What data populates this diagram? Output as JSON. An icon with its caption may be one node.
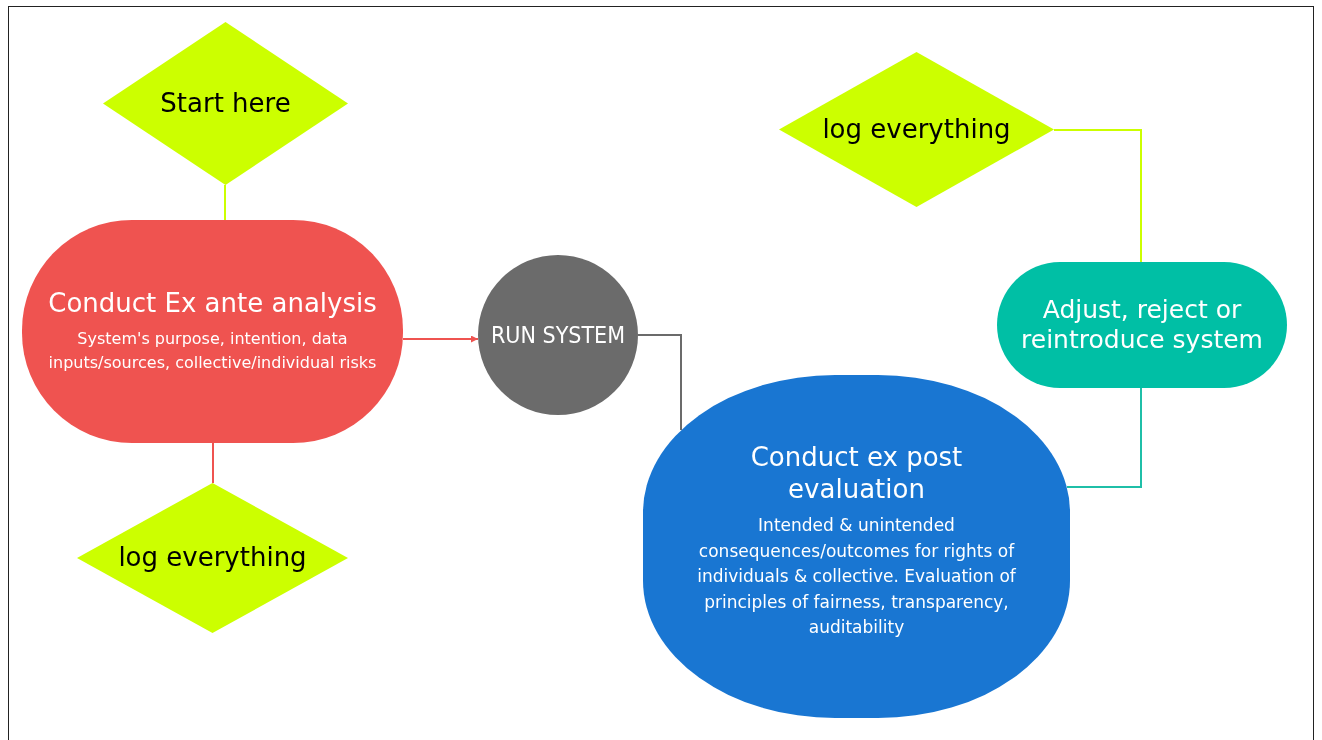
{
  "diagram": {
    "nodes": [
      {
        "text": [
          "Start here"
        ]
      },
      {
        "text": [
          "Conduct Ex ante analysis",
          "System's purpose, intention, data inputs/sources, collective/individual risks"
        ]
      },
      {
        "text": [
          "log everything"
        ]
      },
      {
        "text": [
          "RUN SYSTEM"
        ]
      },
      {
        "text": [
          "Conduct ex post evaluation",
          "Intended & unintended consequences/outcomes for rights of individuals & collective. Evaluation of principles of  fairness, transparency, auditability"
        ]
      },
      {
        "text": [
          "Adjust, reject or reintroduce system"
        ]
      },
      {
        "text": [
          "log everything"
        ]
      }
    ],
    "edges": [
      {
        "from": 0,
        "to": 1,
        "arrow": "none",
        "color": "#ccff00"
      },
      {
        "from": 1,
        "to": 3,
        "arrow": "to",
        "color": "#ef5350"
      },
      {
        "from": 1,
        "to": 2,
        "arrow": "none",
        "color": "#ef5350"
      },
      {
        "from": 3,
        "to": 4,
        "arrow": "none",
        "color": "#6b6b6b"
      },
      {
        "from": 4,
        "to": 5,
        "arrow": "none",
        "color": "#1fbfa8"
      },
      {
        "from": 5,
        "to": 6,
        "arrow": "none",
        "color": "#ccff00"
      }
    ]
  }
}
